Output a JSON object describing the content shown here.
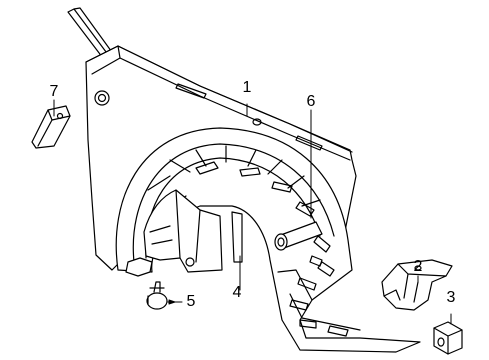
{
  "callouts": {
    "c1": "1",
    "c2": "2",
    "c3": "3",
    "c4": "4",
    "c5": "5",
    "c6": "6",
    "c7": "7"
  },
  "parts": [
    {
      "id": "1",
      "part": "fender-panel"
    },
    {
      "id": "2",
      "part": "bracket"
    },
    {
      "id": "3",
      "part": "clip"
    },
    {
      "id": "4",
      "part": "wheelhouse-liner"
    },
    {
      "id": "5",
      "part": "push-pin-fastener"
    },
    {
      "id": "6",
      "part": "liner-support-bolt"
    },
    {
      "id": "7",
      "part": "side-trim-piece"
    }
  ]
}
